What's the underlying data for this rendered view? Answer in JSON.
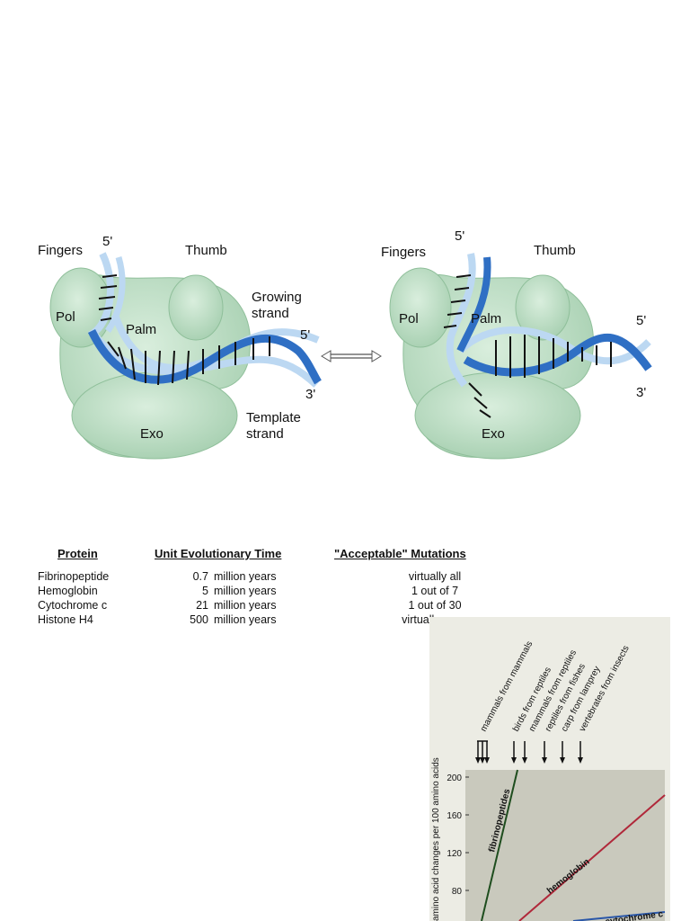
{
  "figure": {
    "left_panel": {
      "fingers": "Fingers",
      "five_prime_top": "5'",
      "thumb": "Thumb",
      "pol": "Pol",
      "palm": "Palm",
      "growing_strand": "Growing strand",
      "five_prime_right": "5'",
      "three_prime": "3'",
      "template_strand": "Template strand",
      "exo": "Exo"
    },
    "right_panel": {
      "fingers": "Fingers",
      "five_prime_top": "5'",
      "thumb": "Thumb",
      "pol": "Pol",
      "palm": "Palm",
      "five_prime_right": "5'",
      "three_prime": "3'",
      "exo": "Exo"
    },
    "colors": {
      "protein": "#b9dcc0",
      "protein_dark": "#8fbf9a",
      "strand_dark": "#2f6fc4",
      "strand_light": "#bcd8f2"
    }
  },
  "table": {
    "headers": {
      "protein": "Protein",
      "time": "Unit Evolutionary Time",
      "mutations": "\"Acceptable\" Mutations"
    },
    "rows": [
      {
        "protein": "Fibrinopeptide",
        "value": "0.7",
        "unit": "million years",
        "mutations": "virtually all"
      },
      {
        "protein": "Hemoglobin",
        "value": "5",
        "unit": "million years",
        "mutations": "1 out of 7"
      },
      {
        "protein": "Cytochrome c",
        "value": "21",
        "unit": "million years",
        "mutations": "1 out of 30"
      },
      {
        "protein": "Histone H4",
        "value": "500",
        "unit": "million years",
        "mutations": "virtually none"
      }
    ]
  },
  "chart_data": {
    "type": "line",
    "ylabel": "amino acid changes per 100 amino acids",
    "y_ticks": [
      "200",
      "160",
      "120",
      "80"
    ],
    "divergence_labels": [
      "mammals from mammals",
      "birds from reptiles",
      "mammals from reptiles",
      "reptiles from fishes",
      "carp from lamprey",
      "vertebrates from insects"
    ],
    "series": [
      {
        "name": "fibrinopeptides",
        "color": "#1e4d1e"
      },
      {
        "name": "hemoglobin",
        "color": "#b0283a"
      },
      {
        "name": "cytochrome c",
        "color": "#2a57a8"
      }
    ],
    "colors": {
      "plot_bg": "#c9c9bd",
      "frame_bg": "#ecece4"
    }
  }
}
